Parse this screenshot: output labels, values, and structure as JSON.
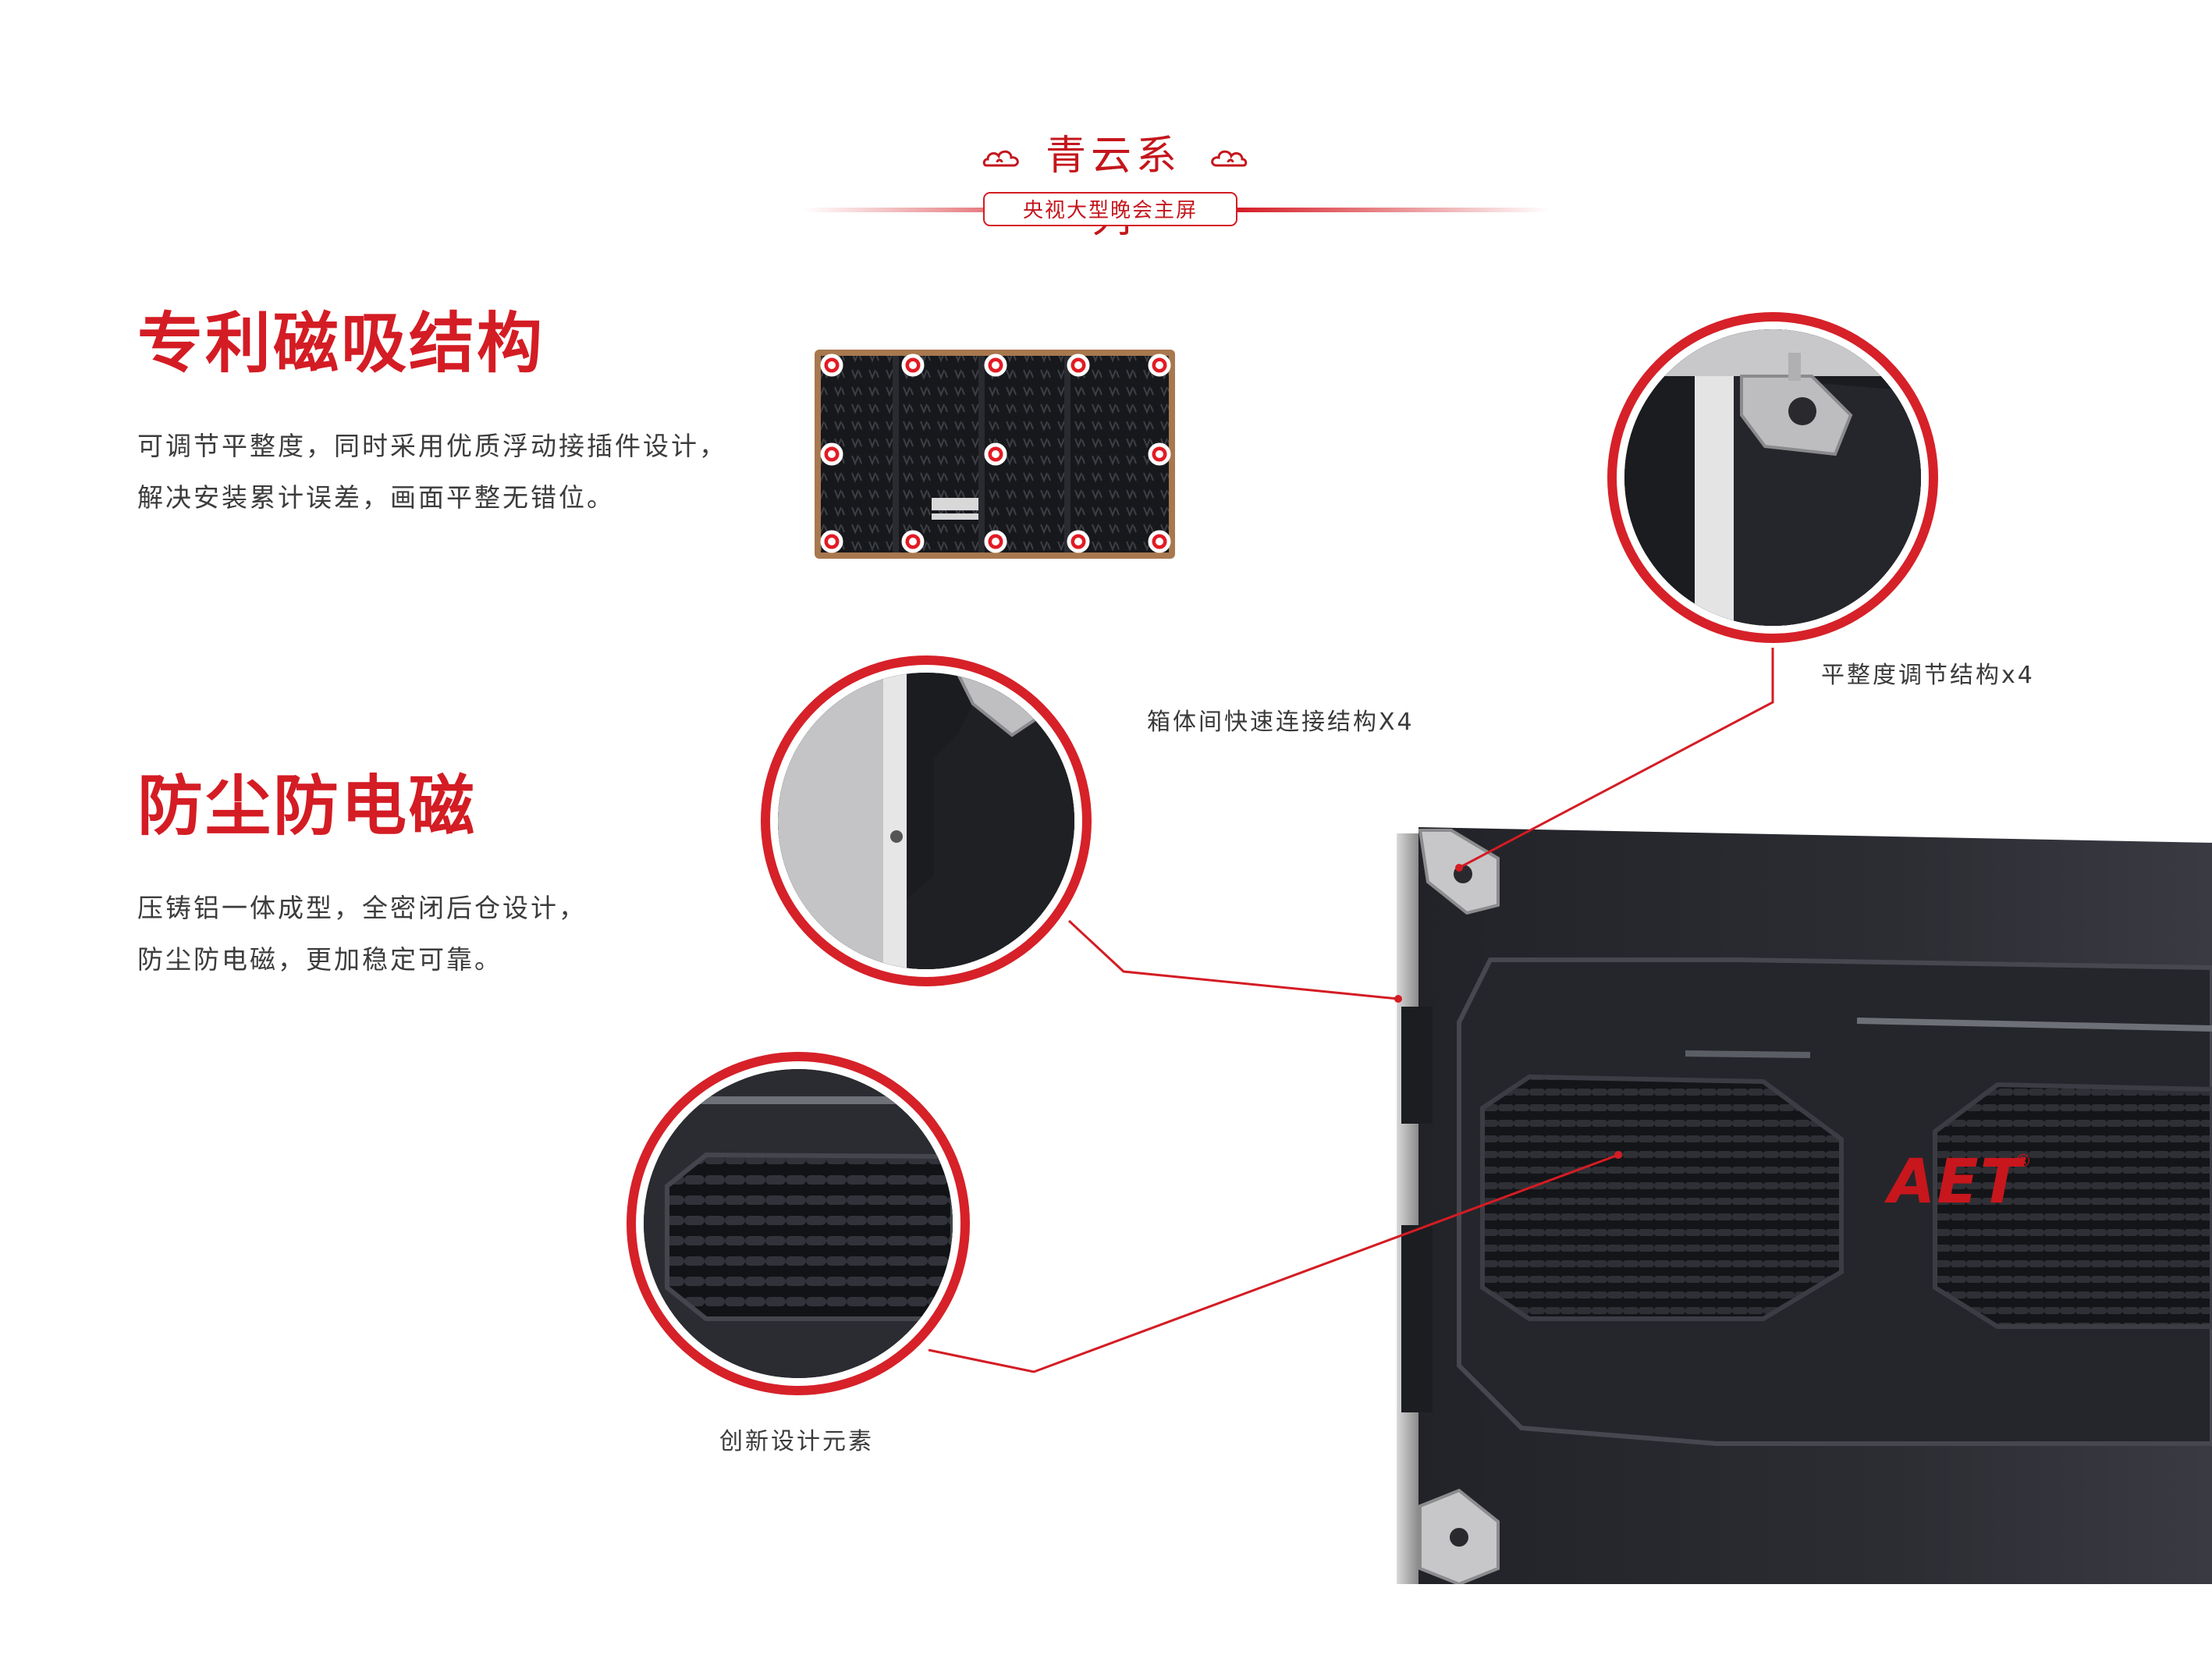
{
  "header": {
    "series_title": "青云系列",
    "badge_text": "央视大型晚会主屏"
  },
  "section_magnetic": {
    "title": "专利磁吸结构",
    "description_line1": "可调节平整度，同时采用优质浮动接插件设计，",
    "description_line2": "解决安装累计误差，画面平整无错位。"
  },
  "section_dustproof": {
    "title": "防尘防电磁",
    "description_line1": "压铸铝一体成型，全密闭后仓设计，",
    "description_line2": "防尘防电磁，更加稳定可靠。"
  },
  "callouts": {
    "flatness": "平整度调节结构x4",
    "quick_connect": "箱体间快速连接结构X4",
    "design_element": "创新设计元素"
  },
  "product": {
    "brand_logo": "AET"
  },
  "colors": {
    "accent_red": "#d41c24",
    "cabinet_dark": "#1b1c20",
    "text_gray": "#3c3c3c"
  }
}
